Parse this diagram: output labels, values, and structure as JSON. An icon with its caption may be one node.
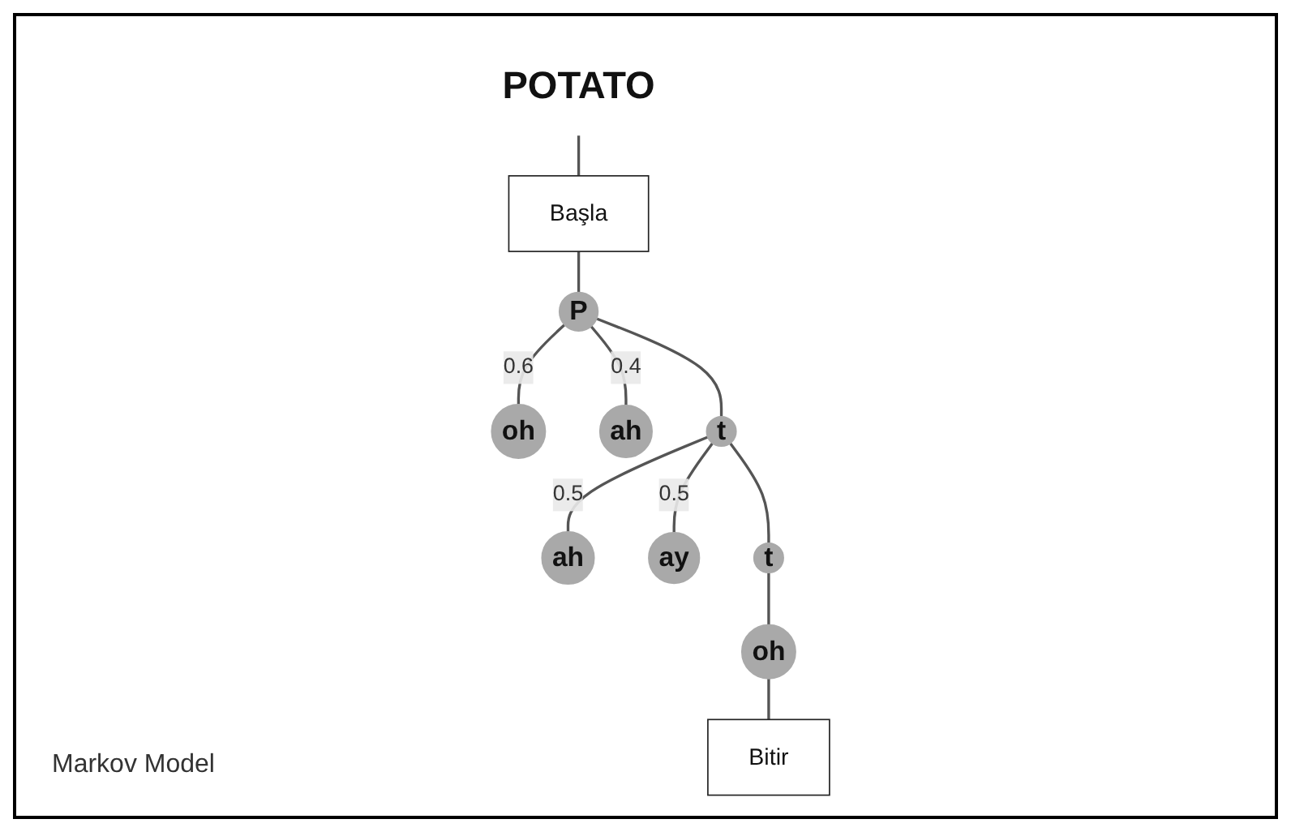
{
  "diagram": {
    "nodes": [
      {
        "text": [
          "POTATO"
        ]
      },
      {
        "text": [
          "Başla"
        ]
      },
      {
        "text": [
          "P"
        ]
      },
      {
        "text": [
          "oh"
        ]
      },
      {
        "text": [
          "ah"
        ]
      },
      {
        "text": [
          "t"
        ]
      },
      {
        "text": [
          "ah"
        ]
      },
      {
        "text": [
          "ay"
        ]
      },
      {
        "text": [
          "t"
        ]
      },
      {
        "text": [
          "oh"
        ]
      },
      {
        "text": [
          "Bitir"
        ]
      }
    ],
    "edges": [
      {
        "from": 0,
        "to": 1,
        "arrow": "none"
      },
      {
        "from": 1,
        "to": 2,
        "arrow": "none"
      },
      {
        "from": 2,
        "to": 3,
        "arrow": "none",
        "label": "0.6"
      },
      {
        "from": 2,
        "to": 5,
        "arrow": "none"
      },
      {
        "from": 2,
        "to": 4,
        "arrow": "none",
        "label": "0.4"
      },
      {
        "from": 5,
        "to": 6,
        "arrow": "none",
        "label": "0.5"
      },
      {
        "from": 5,
        "to": 8,
        "arrow": "none"
      },
      {
        "from": 5,
        "to": 7,
        "arrow": "none",
        "label": "0.5"
      },
      {
        "from": 8,
        "to": 9,
        "arrow": "none"
      },
      {
        "from": 9,
        "to": 10,
        "arrow": "none"
      }
    ],
    "labels": [
      "Markov Model"
    ]
  }
}
